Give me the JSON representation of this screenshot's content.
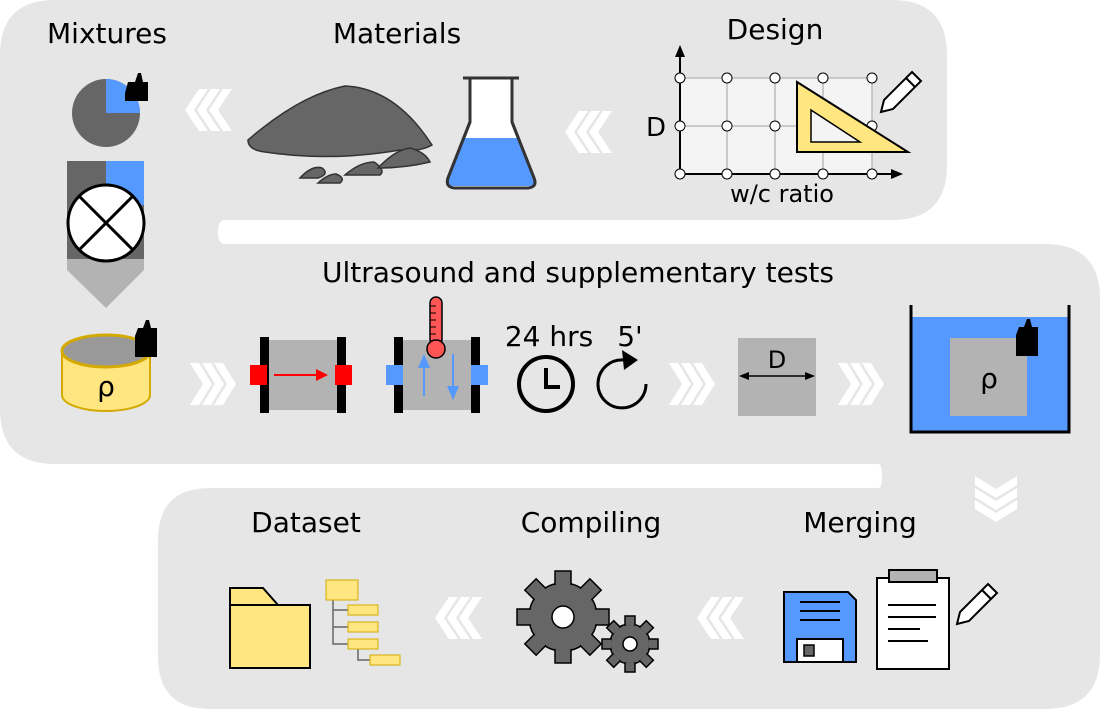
{
  "labels": {
    "mixtures": "Mixtures",
    "materials": "Materials",
    "design": "Design",
    "design_y_axis": "D",
    "design_x_axis": "w/c ratio",
    "ultrasound": "Ultrasound and supplementary tests",
    "density_symbol": "ρ",
    "hours": "24 hrs",
    "minutes": "5'",
    "dimension_symbol": "D",
    "water_density_symbol": "ρ",
    "dataset": "Dataset",
    "compiling": "Compiling",
    "merging": "Merging"
  },
  "colors": {
    "band": "#e6e6e6",
    "gray_dark": "#666666",
    "gray_mid": "#999999",
    "gray_light": "#b3b3b3",
    "blue": "#5599ff",
    "yellow": "#ffe680",
    "yellow_stroke": "#d4aa00",
    "red": "#ff0000",
    "thermo_red": "#ff5555"
  },
  "icons": [
    "pie-weight-icon",
    "sand-pile-icon",
    "flask-icon",
    "design-grid-icon",
    "triangle-ruler-icon",
    "pencil-icon",
    "mixer-icon",
    "cylinder-sample-icon",
    "weight-icon",
    "ultrasound-transducer-icon",
    "thermometer-icon",
    "clock-icon",
    "rotate-icon",
    "caliper-icon",
    "water-tank-icon",
    "folder-icon",
    "tree-structure-icon",
    "gears-icon",
    "floppy-disk-icon",
    "clipboard-icon",
    "chevron-arrows-icon"
  ]
}
